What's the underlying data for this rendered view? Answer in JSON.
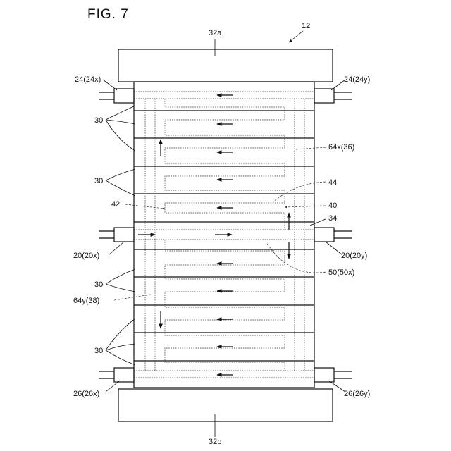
{
  "figure": {
    "title": "FIG. 7",
    "labels": {
      "ref_12": "12",
      "end_plate_top": "32a",
      "end_plate_bottom": "32b",
      "port_24_left": "24(24x)",
      "port_24_right": "24(24y)",
      "cells_30_a": "30",
      "cells_30_b": "30",
      "cells_30_c": "30",
      "cells_30_d": "30",
      "ref_64x": "64x(36)",
      "ref_44": "44",
      "ref_42": "42",
      "ref_40": "40",
      "ref_34": "34",
      "port_20_left": "20(20x)",
      "port_20_right": "20(20y)",
      "ref_50": "50(50x)",
      "ref_64y": "64y(38)",
      "port_26_left": "26(26x)",
      "port_26_right": "26(26y)"
    }
  }
}
